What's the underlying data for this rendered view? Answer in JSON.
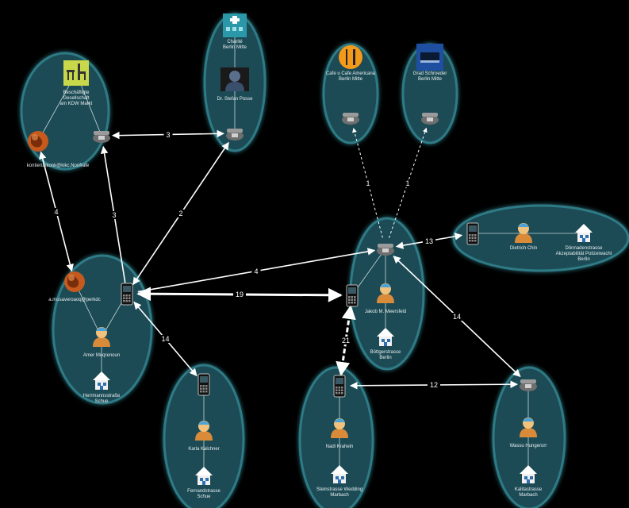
{
  "diagram": {
    "clusters": [
      {
        "id": "c1"
      },
      {
        "id": "c2"
      },
      {
        "id": "c3"
      },
      {
        "id": "c4"
      },
      {
        "id": "c5"
      },
      {
        "id": "c6"
      },
      {
        "id": "c7"
      },
      {
        "id": "c8"
      },
      {
        "id": "c9"
      },
      {
        "id": "c10"
      }
    ],
    "nodes": {
      "charite": {
        "icon": "hospital-icon",
        "label": "Charité\nBerlin Mitte"
      },
      "person_photo": {
        "icon": "person-photo-icon",
        "label": "Dr. Stefan Posse"
      },
      "phone_c2": {
        "icon": "desk-phone-icon",
        "label": ""
      },
      "beschaeftigte": {
        "icon": "office-furniture-icon",
        "label": "Beschäftigte\nGesellschaft\nam KDW Markt"
      },
      "phone_c1": {
        "icon": "desk-phone-icon",
        "label": ""
      },
      "globe_c1": {
        "icon": "globe-icon",
        "label": "kontierunkonk@kikc.Nonfrafe"
      },
      "cafe": {
        "icon": "cafe-icon",
        "label": "Cafe u Cafe Americana\nBerlin Mitte"
      },
      "phone_cafe": {
        "icon": "desk-phone-icon",
        "label": ""
      },
      "hotel": {
        "icon": "hotel-icon",
        "label": "Grad Schroeder\nBerlin Mitte"
      },
      "phone_hotel": {
        "icon": "desk-phone-icon",
        "label": ""
      },
      "mobile_c4": {
        "icon": "mobile-phone-icon",
        "label": ""
      },
      "globe_c4": {
        "icon": "globe-icon",
        "label": "a.musaveroaoq@perkdc"
      },
      "person_c4": {
        "icon": "person-icon",
        "label": "Amer Muqrenoun"
      },
      "house_c4": {
        "icon": "house-icon",
        "label": "Herrmannsstraße\nSchue"
      },
      "phone_c5": {
        "icon": "desk-phone-icon",
        "label": ""
      },
      "mobile_c5": {
        "icon": "mobile-phone-icon",
        "label": ""
      },
      "person_c5": {
        "icon": "person-icon",
        "label": "Jakob M. Meersfeld"
      },
      "house_c5": {
        "icon": "house-icon",
        "label": "Böttgerstrasse\nBerlin"
      },
      "mobile_c6": {
        "icon": "mobile-phone-icon",
        "label": ""
      },
      "person_c6": {
        "icon": "person-icon",
        "label": "Dietrich Chin"
      },
      "house_c6": {
        "icon": "house-icon",
        "label": "Dönnadenstrasse\nAkzeptabilität Polizeiwacht\nBerlin"
      },
      "mobile_c7": {
        "icon": "mobile-phone-icon",
        "label": ""
      },
      "person_c7": {
        "icon": "person-icon",
        "label": "Karla Kalchner"
      },
      "house_c7": {
        "icon": "house-icon",
        "label": "Fernandstrasse\nSchue"
      },
      "mobile_c8": {
        "icon": "mobile-phone-icon",
        "label": ""
      },
      "person_c8": {
        "icon": "person-icon",
        "label": "Nadi Kraheln"
      },
      "house_c8": {
        "icon": "house-icon",
        "label": "Steinstrasse Wedding\nMarbach"
      },
      "phone_c9": {
        "icon": "desk-phone-icon",
        "label": ""
      },
      "person_c9": {
        "icon": "person-icon",
        "label": "Wassu Hungerorr"
      },
      "house_c9": {
        "icon": "house-icon",
        "label": "Kalitastrasse\nMarbach"
      }
    },
    "edges": [
      {
        "from": "phone_c1",
        "to": "phone_c2",
        "label": "3",
        "dir": "both"
      },
      {
        "from": "mobile_c4",
        "to": "phone_c2",
        "label": "2",
        "dir": "both"
      },
      {
        "from": "mobile_c4",
        "to": "phone_c1",
        "label": "3",
        "dir": "fwd"
      },
      {
        "from": "globe_c1",
        "to": "globe_c4",
        "label": "4",
        "dir": "both"
      },
      {
        "from": "mobile_c4",
        "to": "mobile_c5",
        "label": "19",
        "dir": "both"
      },
      {
        "from": "mobile_c4",
        "to": "phone_c5",
        "label": "4",
        "dir": "fwd"
      },
      {
        "from": "mobile_c4",
        "to": "mobile_c7",
        "label": "14",
        "dir": "both"
      },
      {
        "from": "phone_c5",
        "to": "phone_cafe",
        "label": "1",
        "dir": "fwd"
      },
      {
        "from": "phone_c5",
        "to": "phone_hotel",
        "label": "1",
        "dir": "fwd"
      },
      {
        "from": "phone_c5",
        "to": "mobile_c6",
        "label": "13",
        "dir": "both"
      },
      {
        "from": "phone_c5",
        "to": "phone_c9",
        "label": "14",
        "dir": "both"
      },
      {
        "from": "mobile_c5",
        "to": "mobile_c8",
        "label": "21",
        "dir": "both"
      },
      {
        "from": "mobile_c8",
        "to": "phone_c9",
        "label": "12",
        "dir": "both"
      }
    ],
    "colors": {
      "background": "#000000",
      "cluster": "#1b4c55",
      "cluster_glow": "#2d7a85",
      "edge": "#ffffff",
      "text": "#e8eef0"
    }
  }
}
